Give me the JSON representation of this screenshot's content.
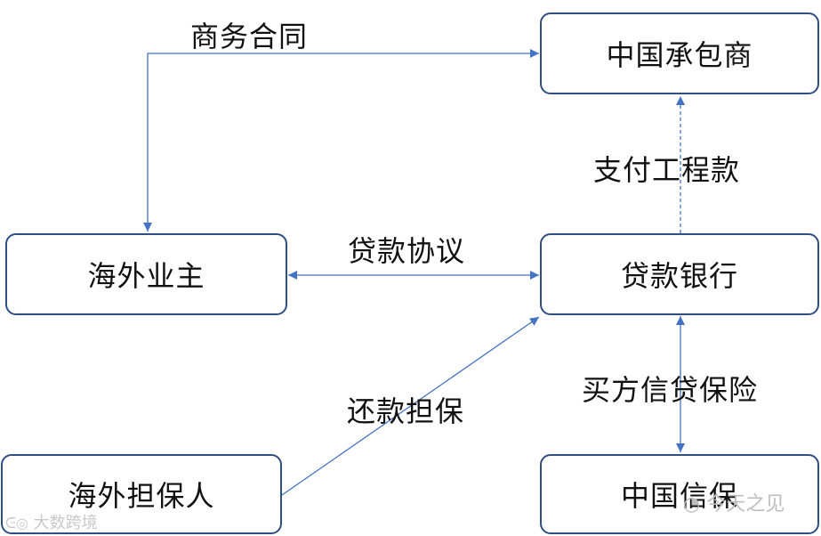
{
  "nodes": {
    "contractor": "中国承包商",
    "owner": "海外业主",
    "bank": "贷款银行",
    "guarantor": "海外担保人",
    "sinosure": "中国信保"
  },
  "edges": {
    "business_contract": "商务合同",
    "pay_project_funds": "支付工程款",
    "loan_agreement": "贷款协议",
    "repayment_guarantee": "还款担保",
    "buyer_credit_insurance": "买方信贷保险"
  },
  "watermarks": {
    "left": "大数跨境",
    "right": "今天之见"
  },
  "colors": {
    "arrow": "#4472C4",
    "node_border": "#2F4F7F"
  }
}
